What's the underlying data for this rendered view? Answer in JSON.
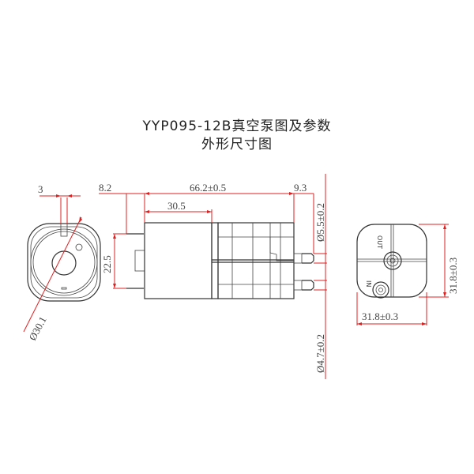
{
  "title": {
    "line1": "YYP095-12B真空泵图及参数",
    "line2": "外形尺寸图"
  },
  "dimensions": {
    "slot_width": "3",
    "terminal_offset": "8.2",
    "overall_length": "66.2±0.5",
    "motor_length": "30.5",
    "nozzle_length": "9.3",
    "terminal_spacing": "22.5",
    "motor_diameter": "Ø30.1",
    "outlet_diameter": "Ø5.5±0.2",
    "inlet_diameter": "Ø4.7±0.2",
    "head_height": "31.8±0.3",
    "head_width": "31.8±0.3"
  },
  "labels": {
    "out": "OUT",
    "in": "IN"
  },
  "colors": {
    "dimension_line": "#e02020",
    "outline": "#333333"
  }
}
